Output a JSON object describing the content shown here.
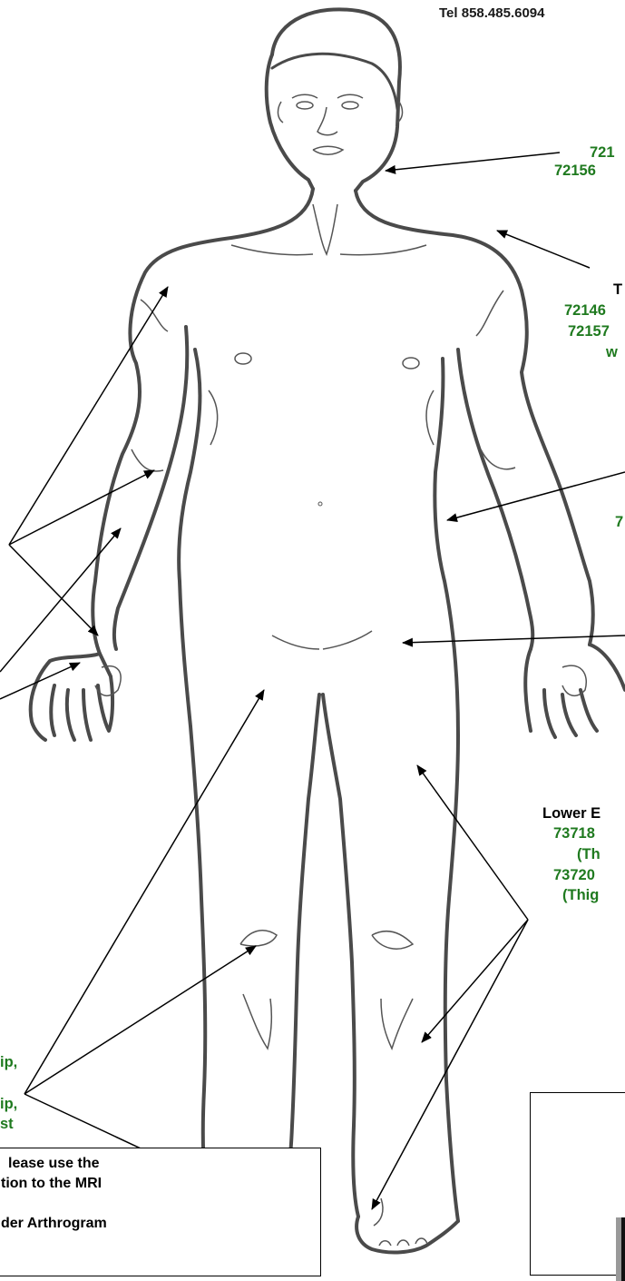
{
  "header": {
    "phone": "Tel 858.485.6094"
  },
  "labels": {
    "cervical_code_1": "721",
    "cervical_code_2": "72156",
    "thoracic_title": "T",
    "thoracic_code_1": "72146",
    "thoracic_code_2": "72157",
    "thoracic_note": "w",
    "lumbar_code": "7",
    "lower_ext_title": "Lower E",
    "lower_ext_code_1": "73718",
    "lower_ext_note_1": "(Th",
    "lower_ext_code_2": "73720",
    "lower_ext_note_2": "(Thig",
    "left_frag_1": "ip,",
    "left_frag_2": "ip,",
    "left_frag_3": "st"
  },
  "note_box": {
    "line1": "lease use the",
    "line2": "tion to the MRI",
    "line3": "der Arthrogram"
  },
  "figure": {
    "description_icon": "human-body-outline",
    "outline_color": "#4a4a4a",
    "arrow_color": "#000000",
    "label_color": "#1f7a1f"
  }
}
